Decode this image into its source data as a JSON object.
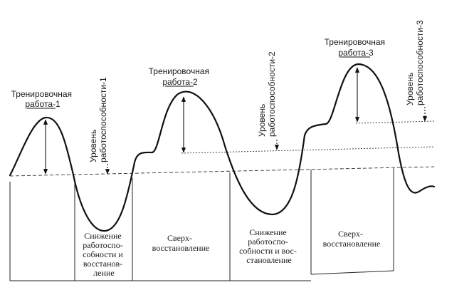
{
  "labels": {
    "training1": [
      "Тренировочная",
      "работа-1"
    ],
    "training2": [
      "Тренировочная",
      "работа-2"
    ],
    "training3": [
      "Тренировочная",
      "работа-3"
    ],
    "level1": [
      "Уровень",
      "работоспособности-1"
    ],
    "level2": [
      "Уровень",
      "работоспособности-2"
    ],
    "level3": [
      "Уровень",
      "работоспособности-3"
    ]
  },
  "phases": {
    "decline1": [
      "Снижение",
      "работоспо-",
      "собности и",
      "восстанов-",
      "ление"
    ],
    "super1": [
      "Сверх-",
      "восстановление"
    ],
    "decline2": [
      "Снижение",
      "работоспо-",
      "собности и вос-",
      "становление"
    ],
    "super2": [
      "Сверх-",
      "восстановление"
    ]
  }
}
